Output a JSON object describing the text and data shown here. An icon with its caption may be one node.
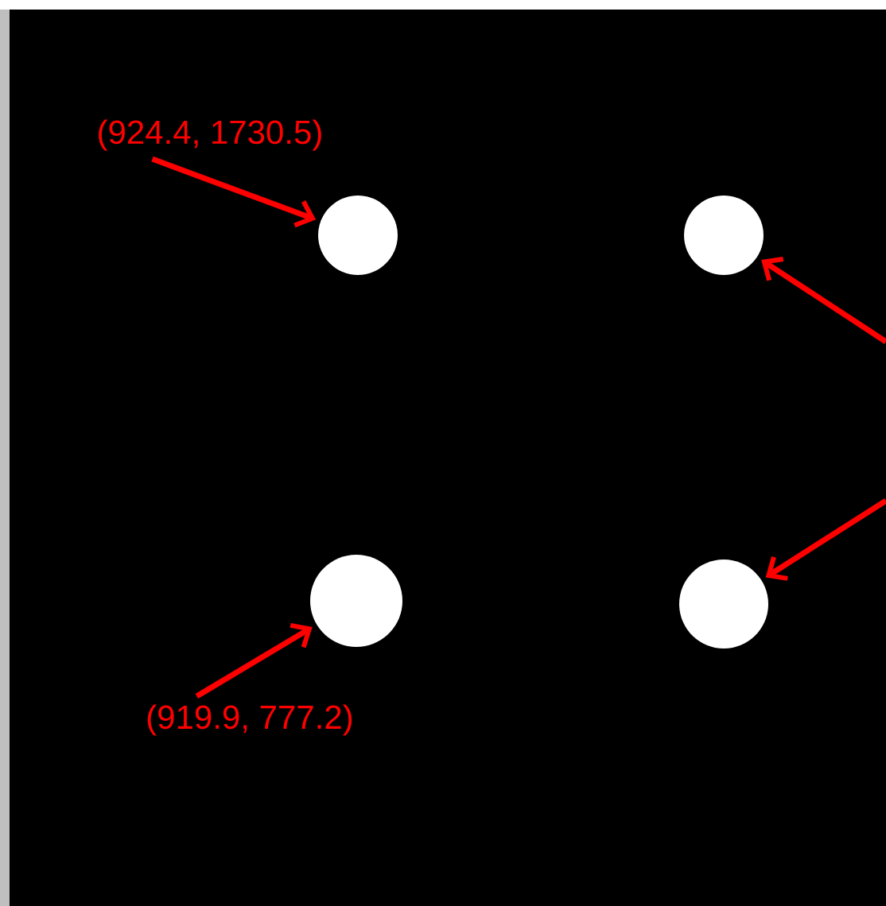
{
  "diagram": {
    "nodes": [
      {
        "text": [
          "(924.4, 1730.5)"
        ]
      },
      {
        "text": [],
        "shape": "circle"
      },
      {
        "text": [],
        "shape": "circle"
      },
      {
        "text": [],
        "shape": "circle"
      },
      {
        "text": [],
        "shape": "circle"
      },
      {
        "text": [
          "(919.9, 777.2)"
        ]
      }
    ],
    "edges": [
      {
        "from": 0,
        "to": 1,
        "arrow": "to"
      },
      {
        "from": 5,
        "to": 3,
        "arrow": "to"
      },
      {
        "from": null,
        "to": 2,
        "arrow": "to"
      },
      {
        "from": null,
        "to": 4,
        "arrow": "to"
      }
    ]
  }
}
